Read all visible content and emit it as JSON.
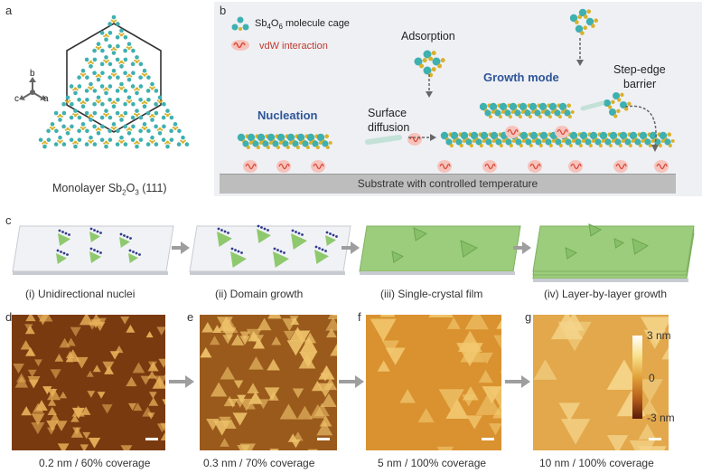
{
  "panel_labels": {
    "a": "a",
    "b": "b",
    "c": "c",
    "d": "d",
    "e": "e",
    "f": "f",
    "g": "g"
  },
  "panel_a": {
    "caption_prefix": "Monolayer Sb",
    "sub1": "2",
    "caption_mid": "O",
    "sub2": "3",
    "caption_suffix": " (111)",
    "axes": {
      "b": "b",
      "c": "c",
      "a": "a"
    }
  },
  "panel_b": {
    "legend_molecule": {
      "prefix": "Sb",
      "sub1": "4",
      "mid": "O",
      "sub2": "6",
      "suffix": " molecule cage"
    },
    "legend_vdw": "vdW interaction",
    "adsorption": "Adsorption",
    "nucleation": "Nucleation",
    "growth_mode": "Growth mode",
    "surface_diffusion_1": "Surface",
    "surface_diffusion_2": "diffusion",
    "step_edge_1": "Step-edge",
    "step_edge_2": "barrier",
    "substrate": "Substrate with controlled temperature"
  },
  "panel_c": {
    "steps": [
      {
        "label": "(i) Unidirectional nuclei"
      },
      {
        "label": "(ii) Domain growth"
      },
      {
        "label": "(iii) Single-crystal film"
      },
      {
        "label": "(iv) Layer-by-layer growth"
      }
    ]
  },
  "stm": {
    "captions": [
      "0.2 nm / 60% coverage",
      "0.3 nm / 70% coverage",
      "5 nm / 100% coverage",
      "10 nm / 100% coverage"
    ],
    "colorbar": {
      "max": "3 nm",
      "mid": "0",
      "min": "-3 nm"
    }
  },
  "colors": {
    "cyan_atom": "#3fb0b0",
    "yellow_atom": "#d9b12a",
    "triangle_green": "#8ec96e",
    "arrow_gray": "#9e9e9e",
    "nucleation_blue": "#2f5597",
    "vdw_red": "#d94a3a"
  }
}
